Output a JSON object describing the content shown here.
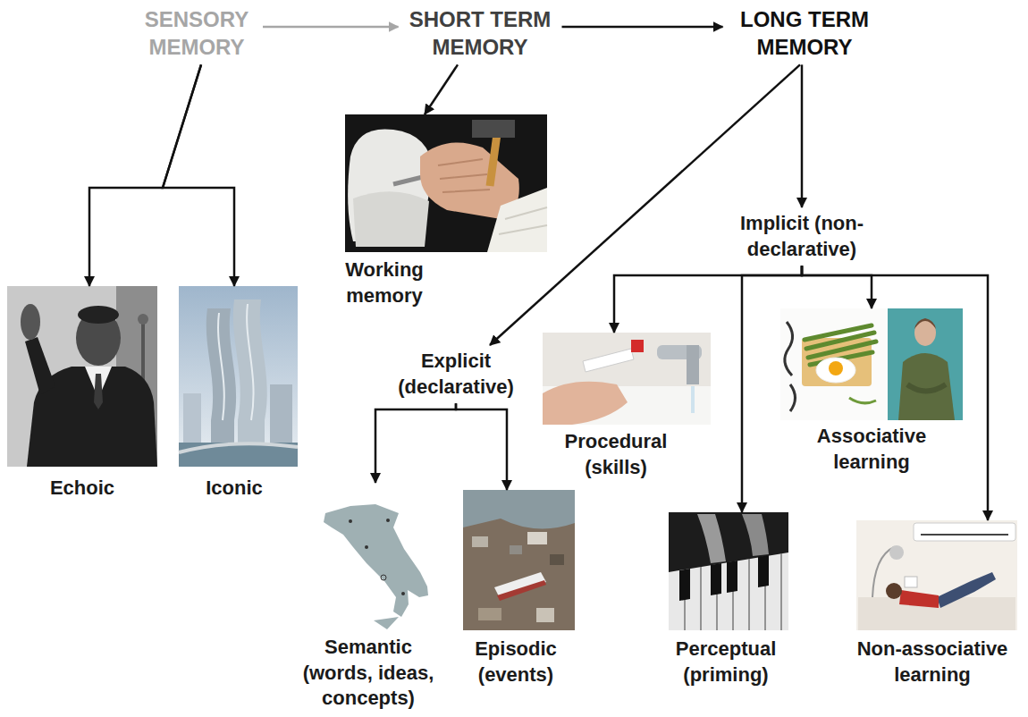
{
  "diagram": {
    "nodes": [
      {
        "text": [
          "SENSORY MEMORY"
        ]
      },
      {
        "text": [
          "SHORT TERM MEMORY"
        ]
      },
      {
        "text": [
          "LONG TERM MEMORY"
        ]
      },
      {
        "text": [
          "Working memory"
        ]
      },
      {
        "text": [
          "Echoic"
        ]
      },
      {
        "text": [
          "Iconic"
        ]
      },
      {
        "text": [
          "Implicit (non-declarative)"
        ]
      },
      {
        "text": [
          "Explicit (declarative)"
        ]
      },
      {
        "text": [
          "Procedural (skills)"
        ]
      },
      {
        "text": [
          "Associative learning"
        ]
      },
      {
        "text": [
          "Semantic (words, ideas, concepts)"
        ]
      },
      {
        "text": [
          "Episodic (events)"
        ]
      },
      {
        "text": [
          "Perceptual (priming)"
        ]
      },
      {
        "text": [
          "Non-associative learning"
        ]
      }
    ],
    "edges": [
      {
        "from": 0,
        "to": 1,
        "arrow": "to"
      },
      {
        "from": 1,
        "to": 2,
        "arrow": "to"
      },
      {
        "from": 0,
        "to": 4,
        "arrow": "to"
      },
      {
        "from": 0,
        "to": 5,
        "arrow": "to"
      },
      {
        "from": 1,
        "to": 3,
        "arrow": "to"
      },
      {
        "from": 2,
        "to": 7,
        "arrow": "to"
      },
      {
        "from": 2,
        "to": 6,
        "arrow": "to"
      },
      {
        "from": 7,
        "to": 10,
        "arrow": "to"
      },
      {
        "from": 7,
        "to": 11,
        "arrow": "to"
      },
      {
        "from": 6,
        "to": 8,
        "arrow": "to"
      },
      {
        "from": 6,
        "to": 9,
        "arrow": "to"
      },
      {
        "from": 6,
        "to": 12,
        "arrow": "to"
      },
      {
        "from": 6,
        "to": 13,
        "arrow": "to"
      }
    ]
  }
}
